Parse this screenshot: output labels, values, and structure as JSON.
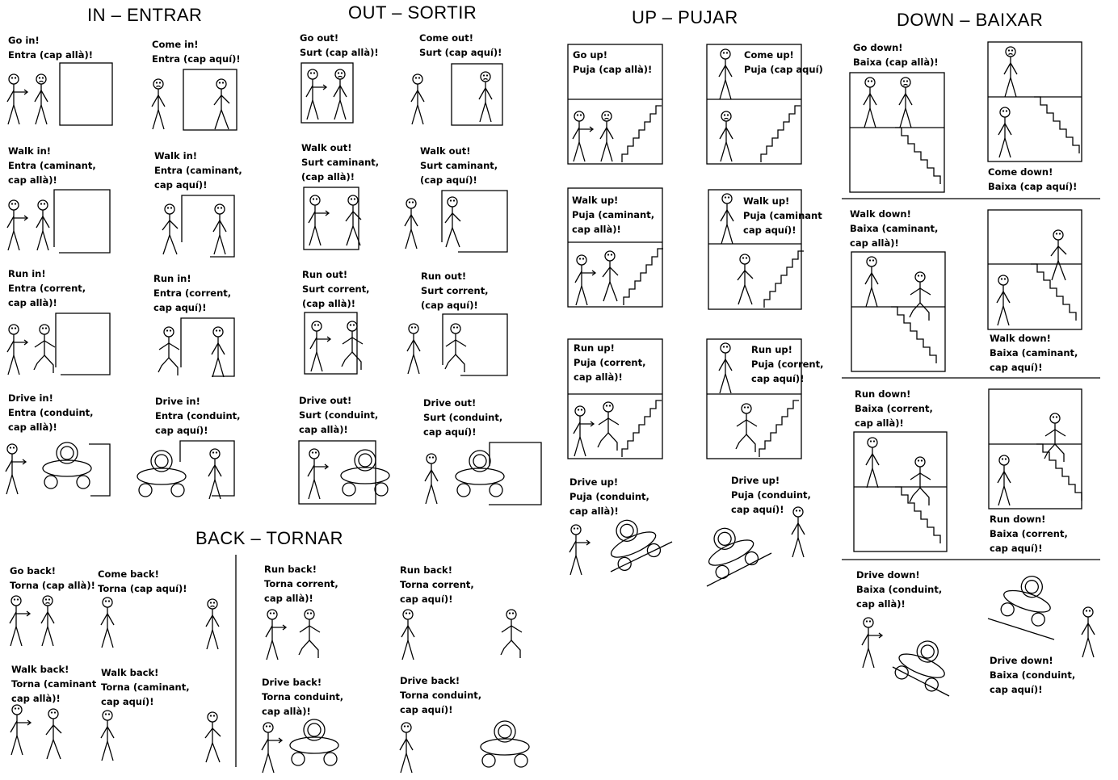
{
  "headings": {
    "in": "IN – ENTRAR",
    "out": "OUT – SORTIR",
    "up": "UP – PUJAR",
    "down": "DOWN – BAIXAR",
    "back": "BACK – TORNAR"
  },
  "captions": [
    {
      "id": "in-go",
      "lines": [
        "Go in!",
        "Entra (cap allà)!"
      ]
    },
    {
      "id": "in-come",
      "lines": [
        "Come in!",
        "Entra (cap aquí)!"
      ]
    },
    {
      "id": "in-walk-there",
      "lines": [
        "Walk in!",
        "Entra (caminant,",
        "cap allà)!"
      ]
    },
    {
      "id": "in-walk-here",
      "lines": [
        "Walk in!",
        "Entra (caminant,",
        "cap aquí)!"
      ]
    },
    {
      "id": "in-run-there",
      "lines": [
        "Run in!",
        "Entra (corrent,",
        "cap allà)!"
      ]
    },
    {
      "id": "in-run-here",
      "lines": [
        "Run in!",
        "Entra (corrent,",
        "cap aquí)!"
      ]
    },
    {
      "id": "in-drive-there",
      "lines": [
        "Drive in!",
        "Entra (conduint,",
        "cap allà)!"
      ]
    },
    {
      "id": "in-drive-here",
      "lines": [
        "Drive in!",
        "Entra (conduint,",
        "cap aquí)!"
      ]
    },
    {
      "id": "out-go",
      "lines": [
        "Go out!",
        "Surt (cap allà)!"
      ]
    },
    {
      "id": "out-come",
      "lines": [
        "Come out!",
        "Surt (cap aquí)!"
      ]
    },
    {
      "id": "out-walk-there",
      "lines": [
        "Walk out!",
        "Surt caminant,",
        "(cap allà)!"
      ]
    },
    {
      "id": "out-walk-here",
      "lines": [
        "Walk out!",
        "Surt caminant,",
        "(cap aquí)!"
      ]
    },
    {
      "id": "out-run-there",
      "lines": [
        "Run out!",
        "Surt corrent,",
        "(cap allà)!"
      ]
    },
    {
      "id": "out-run-here",
      "lines": [
        "Run out!",
        "Surt corrent,",
        "(cap aquí)!"
      ]
    },
    {
      "id": "out-drive-there",
      "lines": [
        "Drive out!",
        "Surt (conduint,",
        "cap allà)!"
      ]
    },
    {
      "id": "out-drive-here",
      "lines": [
        "Drive out!",
        "Surt (conduint,",
        "cap aquí)!"
      ]
    },
    {
      "id": "up-go",
      "lines": [
        "Go up!",
        "Puja (cap allà)!"
      ]
    },
    {
      "id": "up-come",
      "lines": [
        "Come up!",
        "Puja (cap aquí)"
      ]
    },
    {
      "id": "up-walk-there",
      "lines": [
        "Walk up!",
        "Puja (caminant,",
        "cap allà)!"
      ]
    },
    {
      "id": "up-walk-here",
      "lines": [
        "Walk up!",
        "Puja (caminant",
        "cap aquí)!"
      ]
    },
    {
      "id": "up-run-there",
      "lines": [
        "Run up!",
        "Puja (corrent,",
        "cap allà)!"
      ]
    },
    {
      "id": "up-run-here",
      "lines": [
        "Run up!",
        "Puja (corrent,",
        "cap aquí)!"
      ]
    },
    {
      "id": "up-drive-there",
      "lines": [
        "Drive up!",
        "Puja (conduint,",
        "cap allà)!"
      ]
    },
    {
      "id": "up-drive-here",
      "lines": [
        "Drive up!",
        "Puja (conduint,",
        "cap aquí)!"
      ]
    },
    {
      "id": "down-go",
      "lines": [
        "Go down!",
        "Baixa (cap allà)!"
      ]
    },
    {
      "id": "down-come",
      "lines": [
        "Come down!",
        "Baixa (cap aquí)!"
      ]
    },
    {
      "id": "down-walk-there",
      "lines": [
        "Walk down!",
        "Baixa (caminant,",
        "cap allà)!"
      ]
    },
    {
      "id": "down-walk-here",
      "lines": [
        "Walk down!",
        "Baixa (caminant,",
        "cap aquí)!"
      ]
    },
    {
      "id": "down-run-there",
      "lines": [
        "Run down!",
        "Baixa (corrent,",
        "cap allà)!"
      ]
    },
    {
      "id": "down-run-here",
      "lines": [
        "Run down!",
        "Baixa (corrent,",
        "cap aquí)!"
      ]
    },
    {
      "id": "down-drive-there",
      "lines": [
        "Drive down!",
        "Baixa (conduint,",
        "cap allà)!"
      ]
    },
    {
      "id": "down-drive-here",
      "lines": [
        "Drive down!",
        "Baixa (conduint,",
        "cap aquí)!"
      ]
    },
    {
      "id": "back-go",
      "lines": [
        "Go back!",
        "Torna (cap allà)!"
      ]
    },
    {
      "id": "back-come",
      "lines": [
        "Come back!",
        "Torna (cap aquí)!"
      ]
    },
    {
      "id": "back-walk-there",
      "lines": [
        "Walk back!",
        "Torna (caminant",
        "cap allà)!"
      ]
    },
    {
      "id": "back-walk-here",
      "lines": [
        "Walk back!",
        "Torna (caminant,",
        "cap aquí)!"
      ]
    },
    {
      "id": "back-run-there",
      "lines": [
        "Run back!",
        "Torna corrent,",
        "cap allà)!"
      ]
    },
    {
      "id": "back-run-here",
      "lines": [
        "Run back!",
        "Torna corrent,",
        "cap aquí)!"
      ]
    },
    {
      "id": "back-drive-there",
      "lines": [
        "Drive back!",
        "Torna conduint,",
        "cap allà)!"
      ]
    },
    {
      "id": "back-drive-here",
      "lines": [
        "Drive back!",
        "Torna conduint,",
        "cap aquí)!"
      ]
    }
  ]
}
